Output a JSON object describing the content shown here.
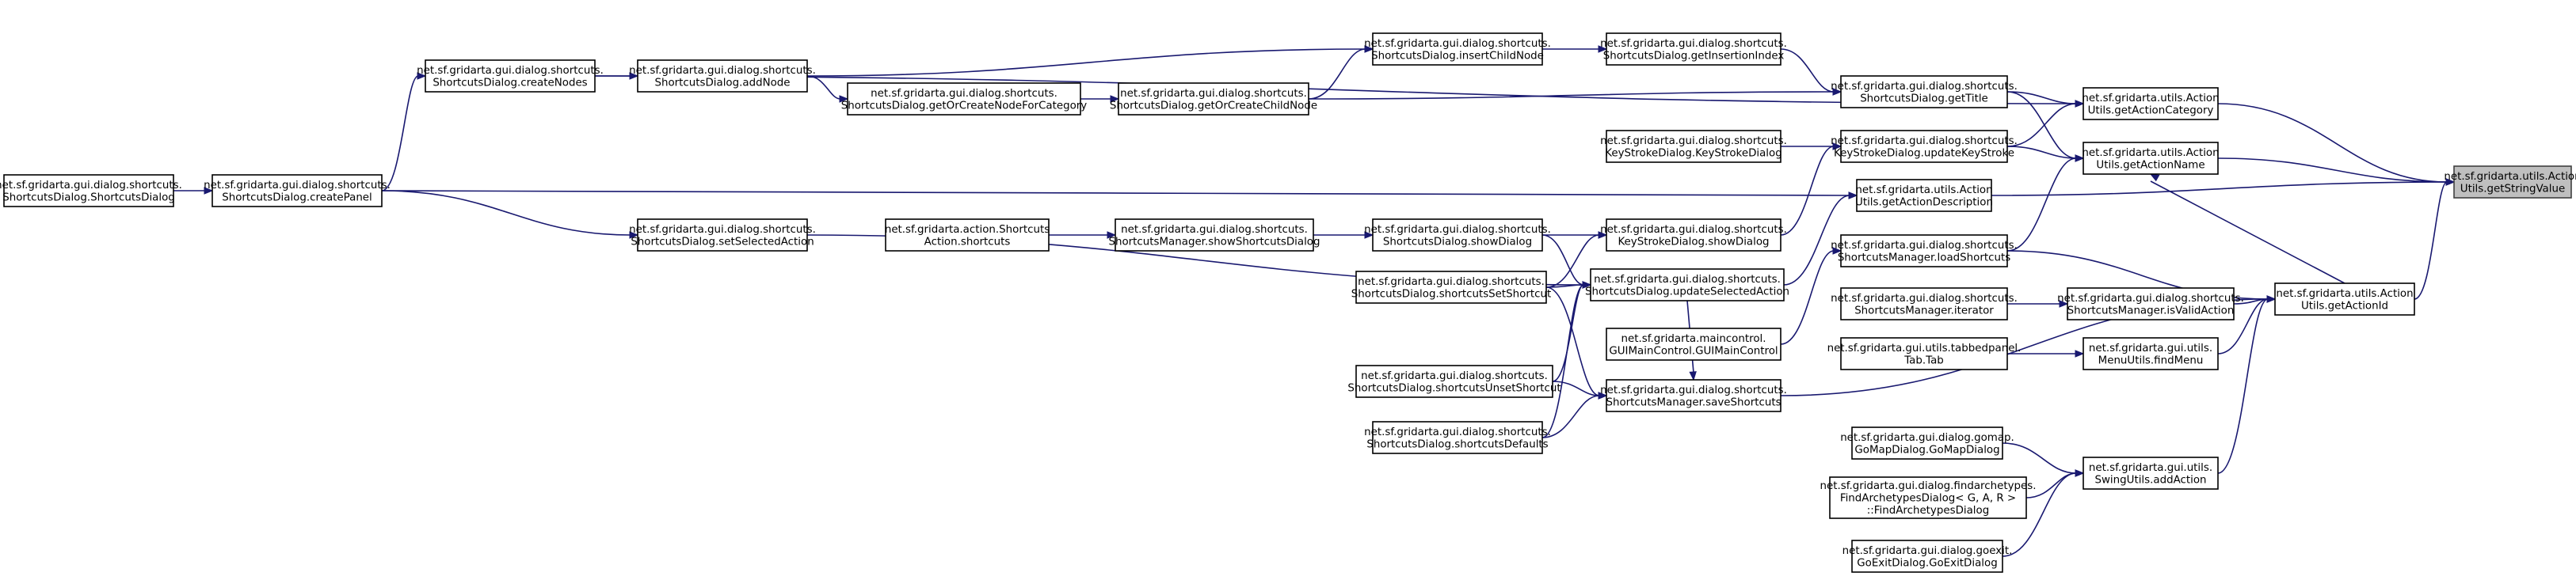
{
  "colors": {
    "edge": "#191970",
    "node_border": "#000000",
    "root_fill": "#bfbfbf",
    "background": "#ffffff"
  },
  "nodes": [
    {
      "id": "getStringValue",
      "lines": [
        "net.sf.gridarta.utils.Action",
        "Utils.getStringValue"
      ],
      "root": true
    },
    {
      "id": "getActionCategory",
      "lines": [
        "net.sf.gridarta.utils.Action",
        "Utils.getActionCategory"
      ]
    },
    {
      "id": "getActionName",
      "lines": [
        "net.sf.gridarta.utils.Action",
        "Utils.getActionName"
      ]
    },
    {
      "id": "getActionDescription",
      "lines": [
        "net.sf.gridarta.utils.Action",
        "Utils.getActionDescription"
      ]
    },
    {
      "id": "getActionId",
      "lines": [
        "net.sf.gridarta.utils.Action",
        "Utils.getActionId"
      ]
    },
    {
      "id": "getTitle",
      "lines": [
        "net.sf.gridarta.gui.dialog.shortcuts.",
        "ShortcutsDialog.getTitle"
      ]
    },
    {
      "id": "updateKeyStroke",
      "lines": [
        "net.sf.gridarta.gui.dialog.shortcuts.",
        "KeyStrokeDialog.updateKeyStroke"
      ]
    },
    {
      "id": "loadShortcuts",
      "lines": [
        "net.sf.gridarta.gui.dialog.shortcuts.",
        "ShortcutsManager.loadShortcuts"
      ]
    },
    {
      "id": "iterator",
      "lines": [
        "net.sf.gridarta.gui.dialog.shortcuts.",
        "ShortcutsManager.iterator"
      ]
    },
    {
      "id": "isValidAction",
      "lines": [
        "net.sf.gridarta.gui.dialog.shortcuts.",
        "ShortcutsManager.isValidAction"
      ]
    },
    {
      "id": "tabTab",
      "lines": [
        "net.sf.gridarta.gui.utils.tabbedpanel.",
        "Tab.Tab"
      ]
    },
    {
      "id": "findMenu",
      "lines": [
        "net.sf.gridarta.gui.utils.",
        "MenuUtils.findMenu"
      ]
    },
    {
      "id": "saveShortcuts",
      "lines": [
        "net.sf.gridarta.gui.dialog.shortcuts.",
        "ShortcutsManager.saveShortcuts"
      ]
    },
    {
      "id": "goMapDialog",
      "lines": [
        "net.sf.gridarta.gui.dialog.gomap.",
        "GoMapDialog.GoMapDialog"
      ]
    },
    {
      "id": "findArchetypesDialog",
      "lines": [
        "net.sf.gridarta.gui.dialog.findarchetypes.",
        "FindArchetypesDialog< G, A, R >",
        "::FindArchetypesDialog"
      ]
    },
    {
      "id": "goExitDialog",
      "lines": [
        "net.sf.gridarta.gui.dialog.goexit.",
        "GoExitDialog.GoExitDialog"
      ]
    },
    {
      "id": "addAction",
      "lines": [
        "net.sf.gridarta.gui.utils.",
        "SwingUtils.addAction"
      ]
    },
    {
      "id": "insertChildNode",
      "lines": [
        "net.sf.gridarta.gui.dialog.shortcuts.",
        "ShortcutsDialog.insertChildNode"
      ]
    },
    {
      "id": "getInsertionIndex",
      "lines": [
        "net.sf.gridarta.gui.dialog.shortcuts.",
        "ShortcutsDialog.getInsertionIndex"
      ]
    },
    {
      "id": "getOrCreateChildNode",
      "lines": [
        "net.sf.gridarta.gui.dialog.shortcuts.",
        "ShortcutsDialog.getOrCreateChildNode"
      ]
    },
    {
      "id": "keyStrokeDialogCtor",
      "lines": [
        "net.sf.gridarta.gui.dialog.shortcuts.",
        "KeyStrokeDialog.KeyStrokeDialog"
      ]
    },
    {
      "id": "ksShowDialog",
      "lines": [
        "net.sf.gridarta.gui.dialog.shortcuts.",
        "KeyStrokeDialog.showDialog"
      ]
    },
    {
      "id": "updateSelectedAction",
      "lines": [
        "net.sf.gridarta.gui.dialog.shortcuts.",
        "ShortcutsDialog.updateSelectedAction"
      ]
    },
    {
      "id": "guiMainControl",
      "lines": [
        "net.sf.gridarta.maincontrol.",
        "GUIMainControl.GUIMainControl"
      ]
    },
    {
      "id": "sdShowDialog",
      "lines": [
        "net.sf.gridarta.gui.dialog.shortcuts.",
        "ShortcutsDialog.showDialog"
      ]
    },
    {
      "id": "shortcutsSetShortcut",
      "lines": [
        "net.sf.gridarta.gui.dialog.shortcuts.",
        "ShortcutsDialog.shortcutsSetShortcut"
      ]
    },
    {
      "id": "shortcutsUnsetShortcut",
      "lines": [
        "net.sf.gridarta.gui.dialog.shortcuts.",
        "ShortcutsDialog.shortcutsUnsetShortcut"
      ]
    },
    {
      "id": "shortcutsDefaults",
      "lines": [
        "net.sf.gridarta.gui.dialog.shortcuts.",
        "ShortcutsDialog.shortcutsDefaults"
      ]
    },
    {
      "id": "addNode",
      "lines": [
        "net.sf.gridarta.gui.dialog.shortcuts.",
        "ShortcutsDialog.addNode"
      ]
    },
    {
      "id": "getOrCreateNodeForCategory",
      "lines": [
        "net.sf.gridarta.gui.dialog.shortcuts.",
        "ShortcutsDialog.getOrCreateNodeForCategory"
      ]
    },
    {
      "id": "showShortcutsDialog",
      "lines": [
        "net.sf.gridarta.gui.dialog.shortcuts.",
        "ShortcutsManager.showShortcutsDialog"
      ]
    },
    {
      "id": "actionShortcuts",
      "lines": [
        "net.sf.gridarta.action.Shortcuts",
        "Action.shortcuts"
      ]
    },
    {
      "id": "createNodes",
      "lines": [
        "net.sf.gridarta.gui.dialog.shortcuts.",
        "ShortcutsDialog.createNodes"
      ]
    },
    {
      "id": "setSelectedAction",
      "lines": [
        "net.sf.gridarta.gui.dialog.shortcuts.",
        "ShortcutsDialog.setSelectedAction"
      ]
    },
    {
      "id": "createPanel",
      "lines": [
        "net.sf.gridarta.gui.dialog.shortcuts.",
        "ShortcutsDialog.createPanel"
      ]
    },
    {
      "id": "shortcutsDialogCtor",
      "lines": [
        "net.sf.gridarta.gui.dialog.shortcuts.",
        "ShortcutsDialog.ShortcutsDialog"
      ]
    }
  ],
  "edges": [
    {
      "from": "getActionCategory",
      "to": "getStringValue"
    },
    {
      "from": "getActionName",
      "to": "getStringValue"
    },
    {
      "from": "getActionDescription",
      "to": "getStringValue"
    },
    {
      "from": "getActionId",
      "to": "getStringValue"
    },
    {
      "from": "getTitle",
      "to": "getActionCategory"
    },
    {
      "from": "createNodes",
      "to": "getActionCategory"
    },
    {
      "from": "updateKeyStroke",
      "to": "getActionCategory"
    },
    {
      "from": "getTitle",
      "to": "getActionName"
    },
    {
      "from": "updateKeyStroke",
      "to": "getActionName"
    },
    {
      "from": "loadShortcuts",
      "to": "getActionName"
    },
    {
      "from": "createPanel",
      "to": "getActionDescription"
    },
    {
      "from": "loadShortcuts",
      "to": "getActionId"
    },
    {
      "from": "isValidAction",
      "to": "getActionId"
    },
    {
      "from": "findMenu",
      "to": "getActionId"
    },
    {
      "from": "saveShortcuts",
      "to": "getActionId"
    },
    {
      "from": "addAction",
      "to": "getActionId"
    },
    {
      "from": "getActionId",
      "to": "getActionName"
    },
    {
      "from": "iterator",
      "to": "isValidAction"
    },
    {
      "from": "tabTab",
      "to": "findMenu"
    },
    {
      "from": "goMapDialog",
      "to": "addAction"
    },
    {
      "from": "findArchetypesDialog",
      "to": "addAction"
    },
    {
      "from": "goExitDialog",
      "to": "addAction"
    },
    {
      "from": "insertChildNode",
      "to": "getInsertionIndex"
    },
    {
      "from": "getInsertionIndex",
      "to": "getTitle"
    },
    {
      "from": "getOrCreateChildNode",
      "to": "getTitle"
    },
    {
      "from": "getOrCreateChildNode",
      "to": "insertChildNode"
    },
    {
      "from": "addNode",
      "to": "insertChildNode"
    },
    {
      "from": "getOrCreateNodeForCategory",
      "to": "getOrCreateChildNode"
    },
    {
      "from": "addNode",
      "to": "getOrCreateNodeForCategory"
    },
    {
      "from": "createNodes",
      "to": "addNode"
    },
    {
      "from": "createPanel",
      "to": "createNodes"
    },
    {
      "from": "shortcutsDialogCtor",
      "to": "createPanel"
    },
    {
      "from": "keyStrokeDialogCtor",
      "to": "updateKeyStroke"
    },
    {
      "from": "ksShowDialog",
      "to": "updateKeyStroke"
    },
    {
      "from": "updateSelectedAction",
      "to": "getActionDescription"
    },
    {
      "from": "sdShowDialog",
      "to": "ksShowDialog"
    },
    {
      "from": "shortcutsSetShortcut",
      "to": "ksShowDialog"
    },
    {
      "from": "guiMainControl",
      "to": "loadShortcuts"
    },
    {
      "from": "setSelectedAction",
      "to": "updateSelectedAction"
    },
    {
      "from": "sdShowDialog",
      "to": "updateSelectedAction"
    },
    {
      "from": "shortcutsSetShortcut",
      "to": "updateSelectedAction"
    },
    {
      "from": "shortcutsUnsetShortcut",
      "to": "updateSelectedAction"
    },
    {
      "from": "shortcutsDefaults",
      "to": "updateSelectedAction"
    },
    {
      "from": "createPanel",
      "to": "setSelectedAction"
    },
    {
      "from": "showShortcutsDialog",
      "to": "sdShowDialog"
    },
    {
      "from": "actionShortcuts",
      "to": "showShortcutsDialog"
    },
    {
      "from": "shortcutsSetShortcut",
      "to": "saveShortcuts"
    },
    {
      "from": "shortcutsUnsetShortcut",
      "to": "saveShortcuts"
    },
    {
      "from": "shortcutsDefaults",
      "to": "saveShortcuts"
    },
    {
      "from": "updateSelectedAction",
      "to": "saveShortcuts"
    }
  ]
}
